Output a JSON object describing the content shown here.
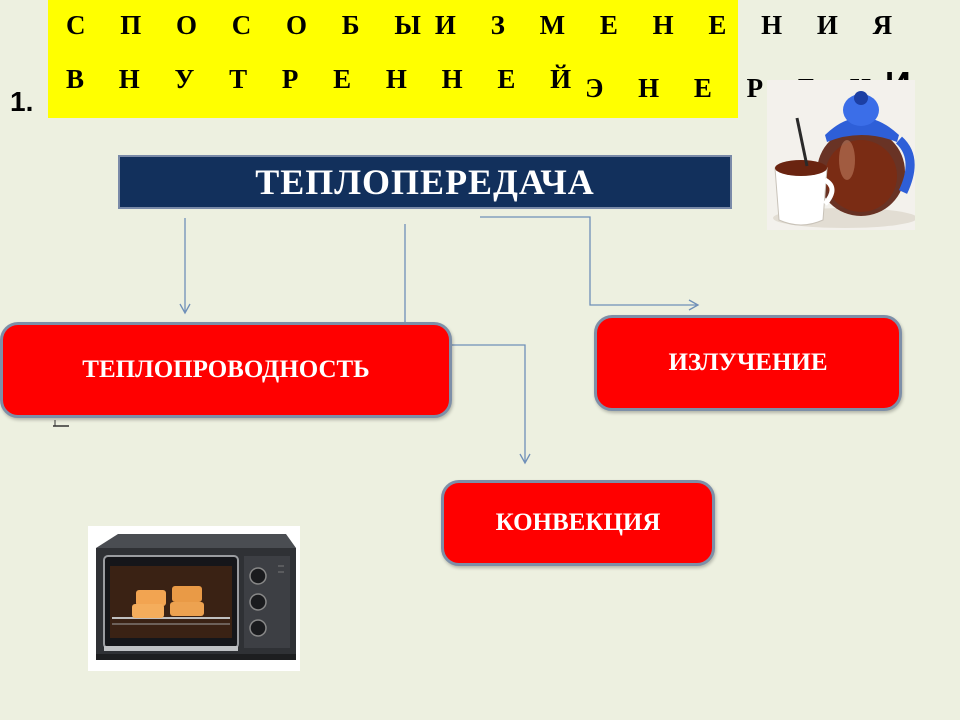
{
  "slide": {
    "number": "1.",
    "title_line1_words": [
      "С П О С О Б Ы",
      "И З М Е Н Е Н И Я"
    ],
    "title_line2_words": [
      "В Н У Т Р Е Н Н Е Й",
      "Э Н Е Р Г И"
    ],
    "title_line2_last_letter": "И",
    "title_background": "#ffff00"
  },
  "diagram": {
    "main_node": "ТЕПЛОПЕРЕДАЧА",
    "main_color": "#12305c",
    "node_color": "#ff0000",
    "nodes": {
      "conduction": "ТЕПЛОПРОВОДНОСТЬ",
      "radiation": "ИЗЛУЧЕНИЕ",
      "convection": "КОНВЕКЦИЯ"
    }
  },
  "images": {
    "tea": "teapot-and-cup-photo",
    "oven": "toaster-oven-photo"
  }
}
